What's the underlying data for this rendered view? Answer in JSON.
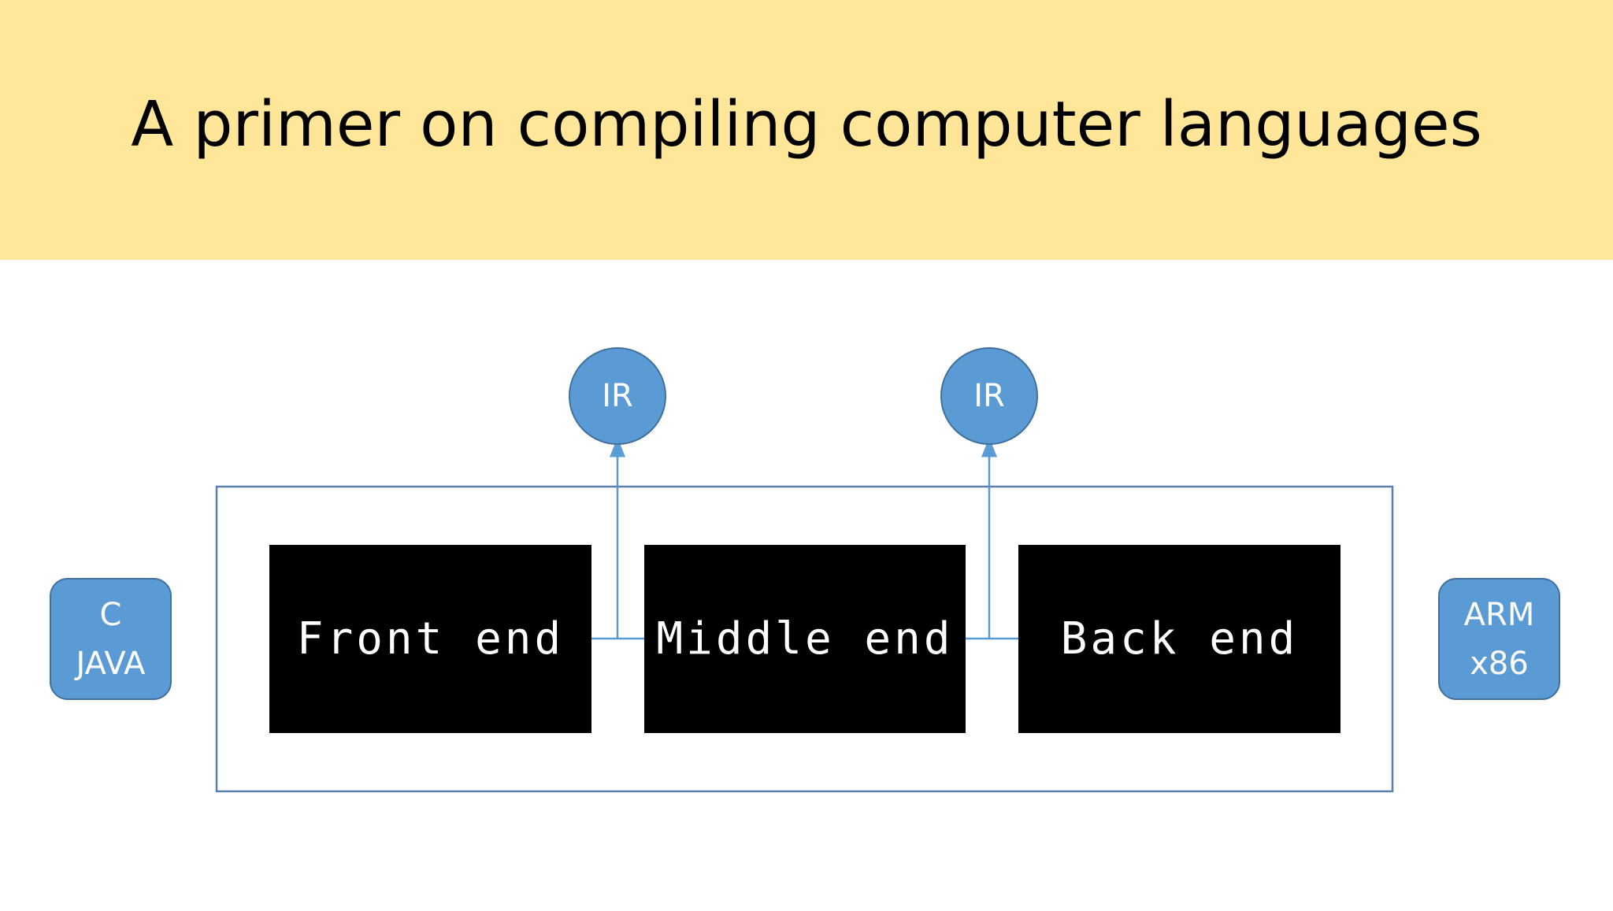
{
  "title": "A primer on compiling computer languages",
  "diagram": {
    "stages": [
      "Front end",
      "Middle end",
      "Back end"
    ],
    "ir_nodes": [
      "IR",
      "IR"
    ],
    "input_languages": "C\nJAVA",
    "output_targets": "ARM\nx86"
  },
  "colors": {
    "title_band": "#ffe699",
    "node_fill": "#5b9bd5",
    "node_stroke": "#41719c",
    "connector": "#5b9bd5",
    "stage_fill": "#000000"
  }
}
